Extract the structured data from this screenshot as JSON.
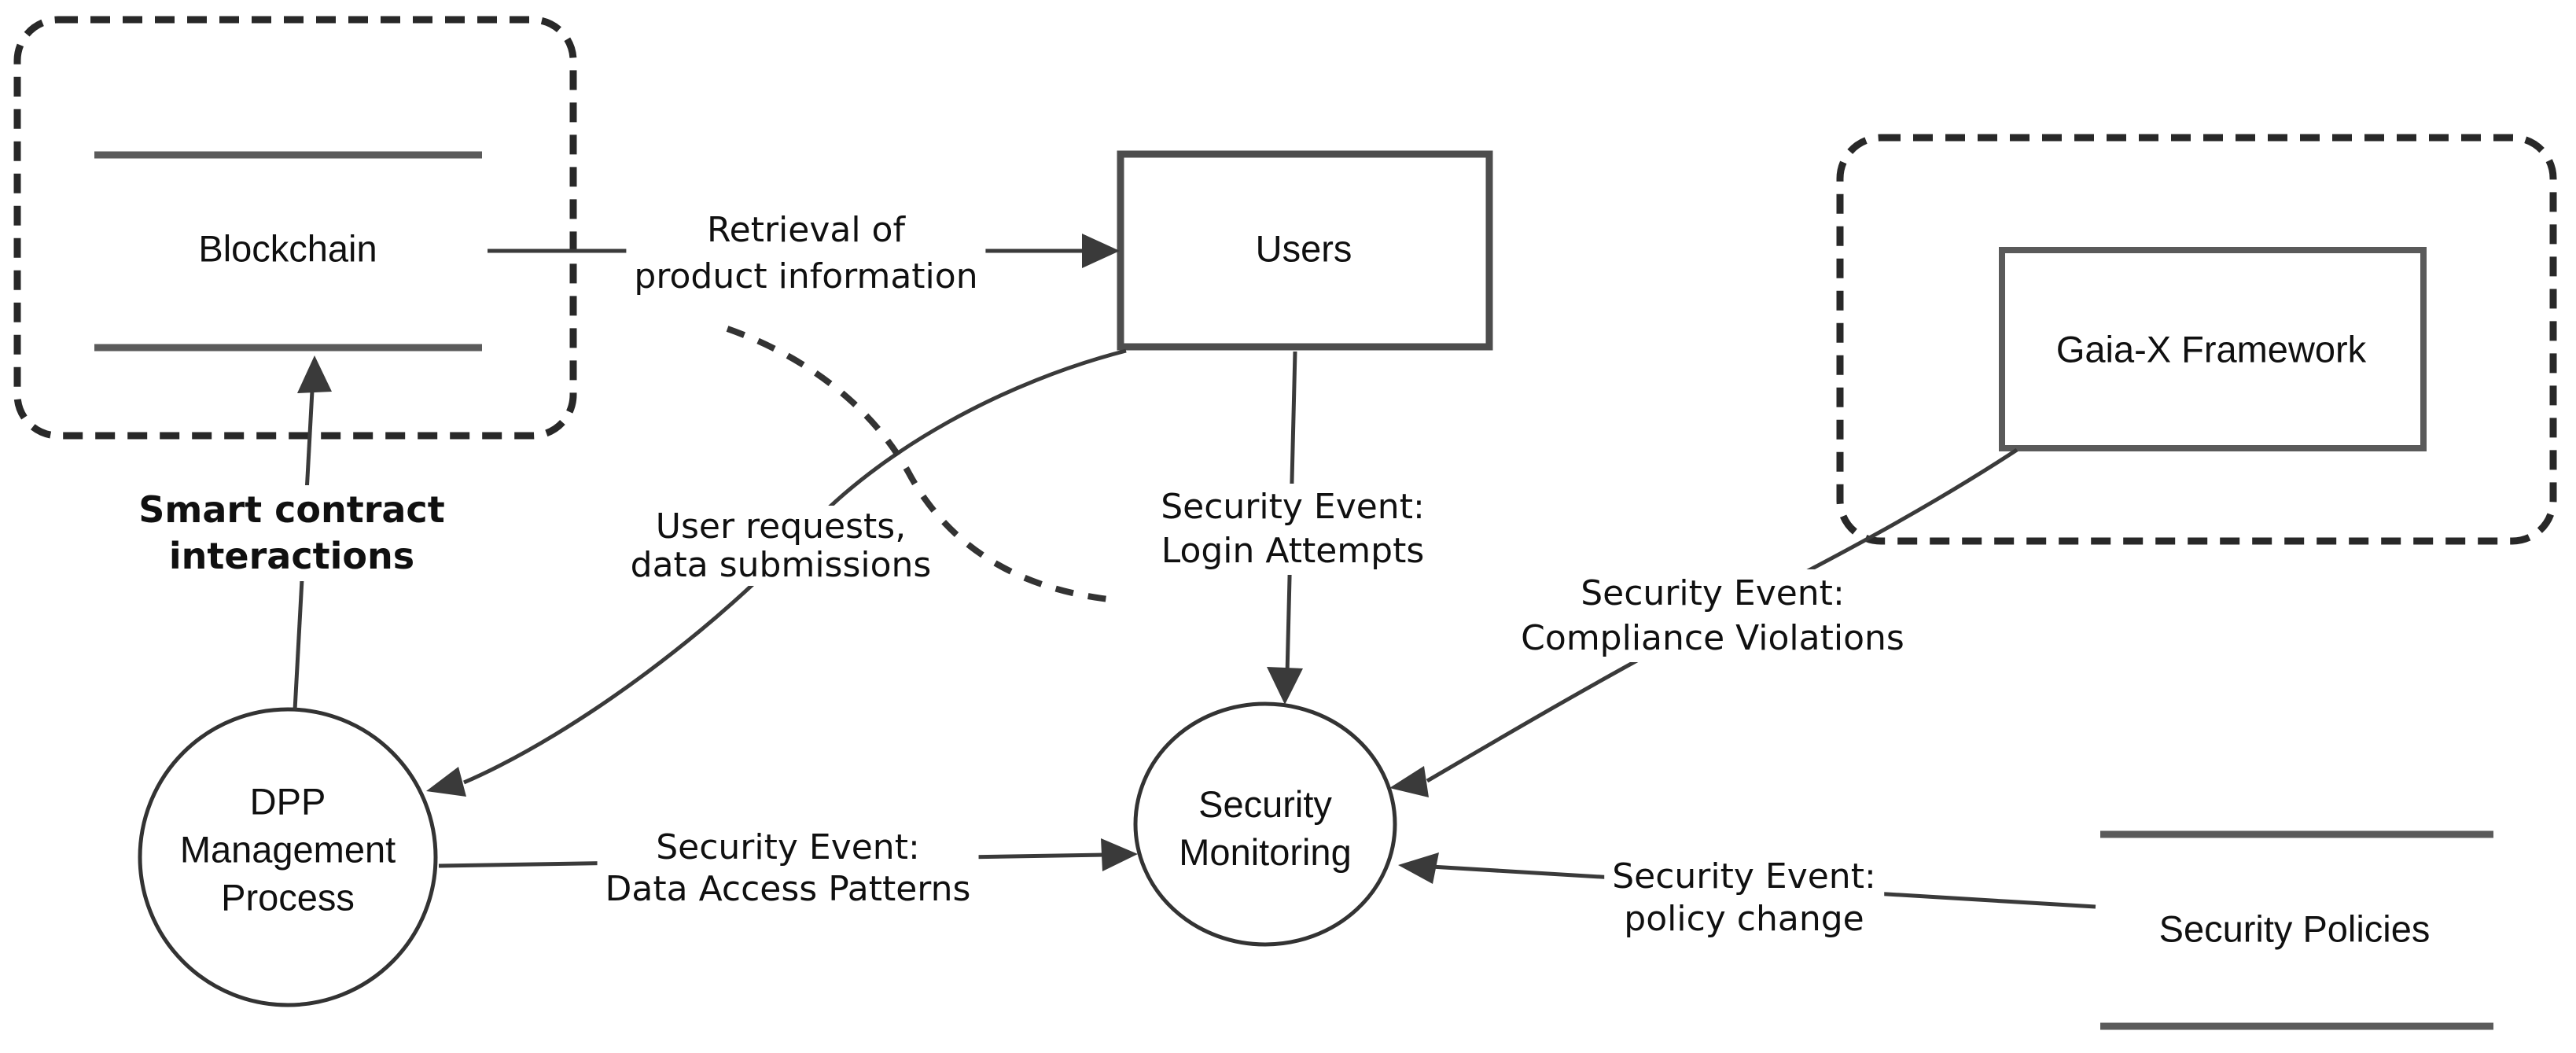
{
  "diagram": {
    "title_visible": false,
    "nodes": {
      "blockchain": {
        "label": "Blockchain",
        "kind": "data-store"
      },
      "users": {
        "label": "Users",
        "kind": "external-entity"
      },
      "gaiax": {
        "label": "Gaia-X Framework",
        "kind": "external-entity"
      },
      "security_policies": {
        "label": "Security Policies",
        "kind": "data-store"
      },
      "dpp": {
        "lines": [
          "DPP",
          "Management",
          "Process"
        ],
        "kind": "process"
      },
      "security_monitoring": {
        "lines": [
          "Security",
          "Monitoring"
        ],
        "kind": "process"
      }
    },
    "flows": {
      "retrieval": {
        "line1": "Retrieval of",
        "line2": "product information",
        "from": "Blockchain",
        "to": "Users"
      },
      "smart_contract": {
        "line1": "Smart contract",
        "line2": "interactions",
        "from": "DPP Management Process",
        "to": "Blockchain"
      },
      "user_requests": {
        "line1": "User requests,",
        "line2": "data submissions",
        "from": "Users",
        "to": "DPP Management Process"
      },
      "login_attempts": {
        "line1": "Security Event:",
        "line2": "Login Attempts",
        "from": "Users",
        "to": "Security Monitoring"
      },
      "compliance_violations": {
        "line1": "Security Event:",
        "line2": "Compliance Violations",
        "from": "Gaia-X Framework",
        "to": "Security Monitoring"
      },
      "data_access": {
        "line1": "Security Event:",
        "line2": "Data Access Patterns",
        "from": "DPP Management Process",
        "to": "Security Monitoring"
      },
      "policy_change": {
        "line1": "Security Event:",
        "line2": "policy change",
        "from": "Security Policies",
        "to": "Security Monitoring"
      }
    },
    "colors": {
      "line": "#3a3a3a",
      "border": "#4d4d4d",
      "store": "#5b5b5b",
      "dashed": "#282828",
      "text": "#101010",
      "bg": "#ffffff"
    }
  }
}
